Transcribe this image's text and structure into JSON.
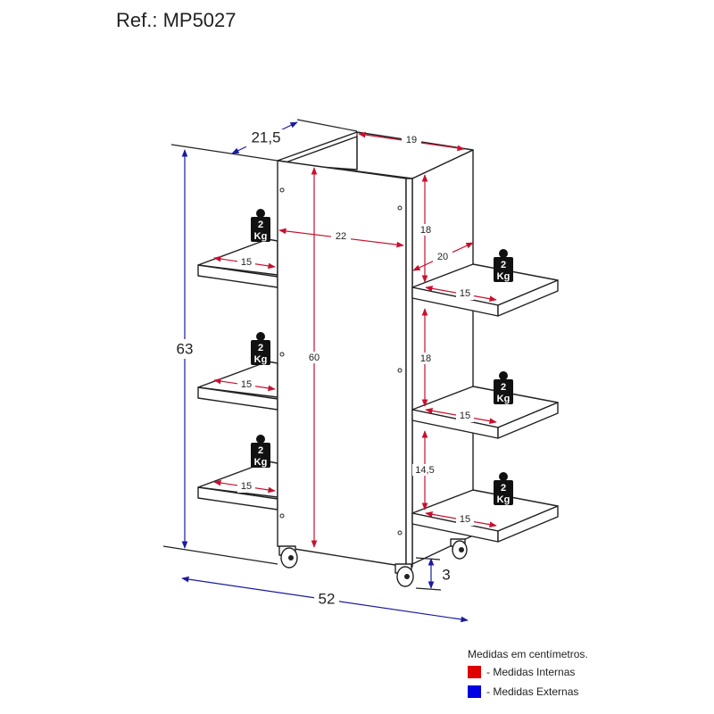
{
  "title": "Ref.: MP5027",
  "dimensions": {
    "external": {
      "height": "63",
      "width": "52",
      "depth": "21,5",
      "wheel": "3"
    },
    "internal": {
      "top_depth": "19",
      "inner_width": "22",
      "inner_height": "60",
      "right_gap_1": "18",
      "right_gap_2": "18",
      "right_gap_3": "14,5",
      "right_depth": "20",
      "left_shelves": [
        "15",
        "15",
        "15"
      ],
      "right_shelves": [
        "15",
        "15",
        "15"
      ]
    }
  },
  "weight_label": {
    "value": "2",
    "unit": "Kg"
  },
  "legend": {
    "note": "Medidas em centímetros.",
    "items": [
      {
        "label": "- Medidas Internas",
        "color": "#e00000"
      },
      {
        "label": "- Medidas Externas",
        "color": "#0000e0"
      }
    ]
  }
}
